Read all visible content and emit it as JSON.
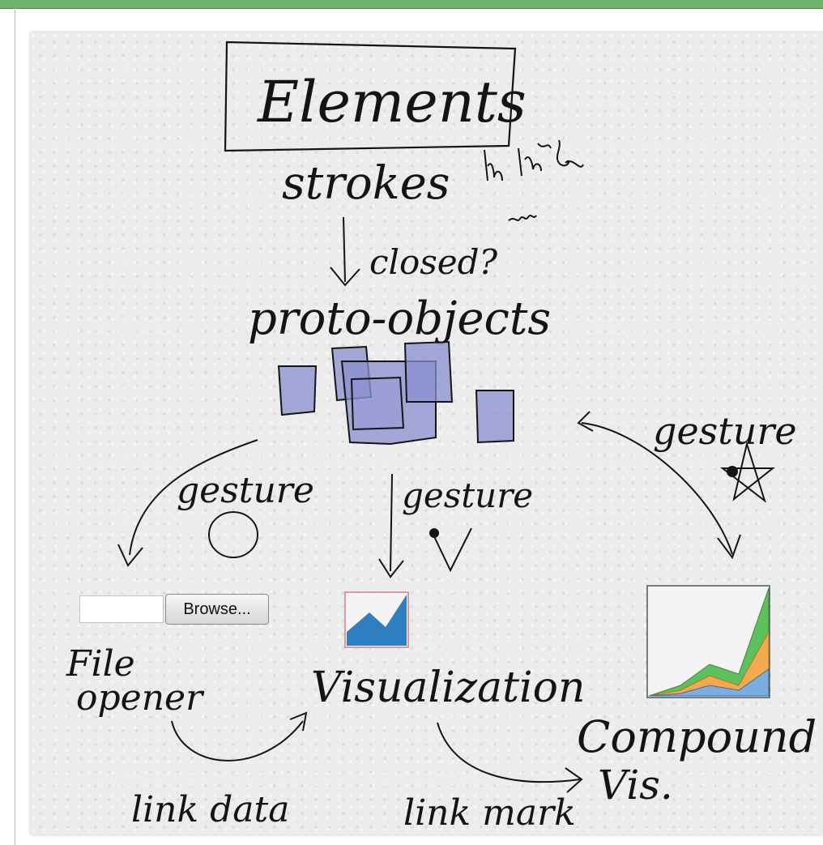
{
  "sketch": {
    "title": "Elements",
    "strokes": "strokes",
    "closed": "closed?",
    "proto_objects": "proto-objects",
    "gesture_left": "gesture",
    "gesture_middle": "gesture",
    "gesture_right": "gesture",
    "file_opener_line1": "File",
    "file_opener_line2": "opener",
    "visualization": "Visualization",
    "compound_line1": "Compound",
    "compound_line2": "Vis.",
    "link_data": "link data",
    "link_mark": "link mark"
  },
  "file_input": {
    "value": "",
    "button_label": "Browse..."
  },
  "colors": {
    "proto_fill": "#8a8fd0",
    "vis_blue": "#2f7fc0",
    "compound_green": "#5cc05c",
    "compound_orange": "#f5a94e",
    "compound_blue": "#7aaee0",
    "topbar_green": "#6fb36f"
  },
  "icons": [
    "circle-gesture-icon",
    "check-gesture-icon",
    "star-gesture-icon"
  ]
}
